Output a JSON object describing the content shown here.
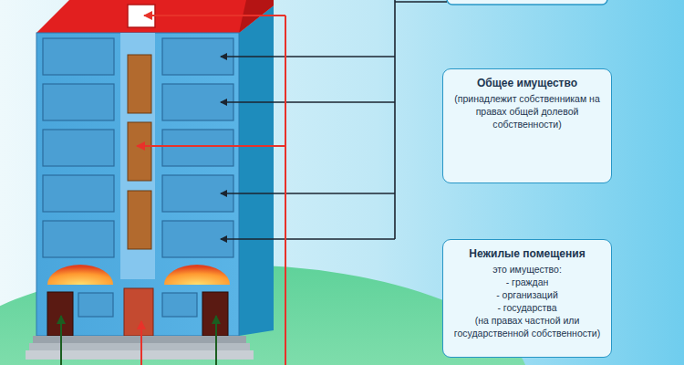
{
  "diagram": {
    "nodes": [
      {
        "text": [
          "Общее имущество",
          "(принадлежит собственникам на правах общей долевой собственности)"
        ]
      },
      {
        "text": [
          "Нежилые помещения",
          "это имущество:",
          "- граждан",
          "- организаций",
          "- государства",
          "(на правах частной или государственной собственности)"
        ]
      }
    ]
  }
}
